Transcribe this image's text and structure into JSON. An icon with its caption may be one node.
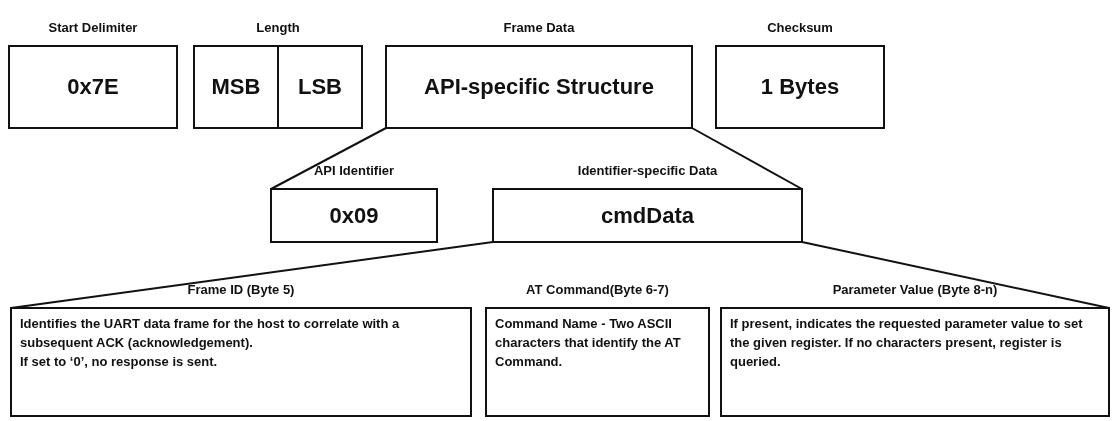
{
  "diagram": {
    "nodes": [
      {
        "text": [
          "Start Delimiter",
          "0x7E"
        ]
      },
      {
        "text": [
          "Length"
        ]
      },
      {
        "text": [
          "MSB"
        ],
        "in": 1
      },
      {
        "text": [
          "LSB"
        ],
        "in": 1
      },
      {
        "text": [
          "Frame Data",
          "API-specific Structure"
        ]
      },
      {
        "text": [
          "Checksum",
          "1 Bytes"
        ]
      },
      {
        "text": [
          "API Identifier",
          "0x09"
        ]
      },
      {
        "text": [
          "Identifier-specific Data",
          "cmdData"
        ]
      },
      {
        "text": [
          "Frame ID (Byte 5)",
          "Identifies the UART data frame for the host to correlate with a subsequent ACK (acknowledgement).",
          "If set to ‘0’, no response is sent."
        ]
      },
      {
        "text": [
          "AT Command(Byte 6-7)",
          "Command Name - Two ASCII characters that identify the AT Command."
        ]
      },
      {
        "text": [
          "Parameter Value (Byte 8-n)",
          "If present, indicates the requested parameter value to set the given register. If no characters present, register is queried."
        ]
      }
    ],
    "edges": [
      {
        "from": 4,
        "to": 6,
        "arrow": "none"
      },
      {
        "from": 4,
        "to": 7,
        "arrow": "none"
      },
      {
        "from": 7,
        "to": 8,
        "arrow": "none"
      },
      {
        "from": 7,
        "to": 10,
        "arrow": "none"
      }
    ]
  }
}
